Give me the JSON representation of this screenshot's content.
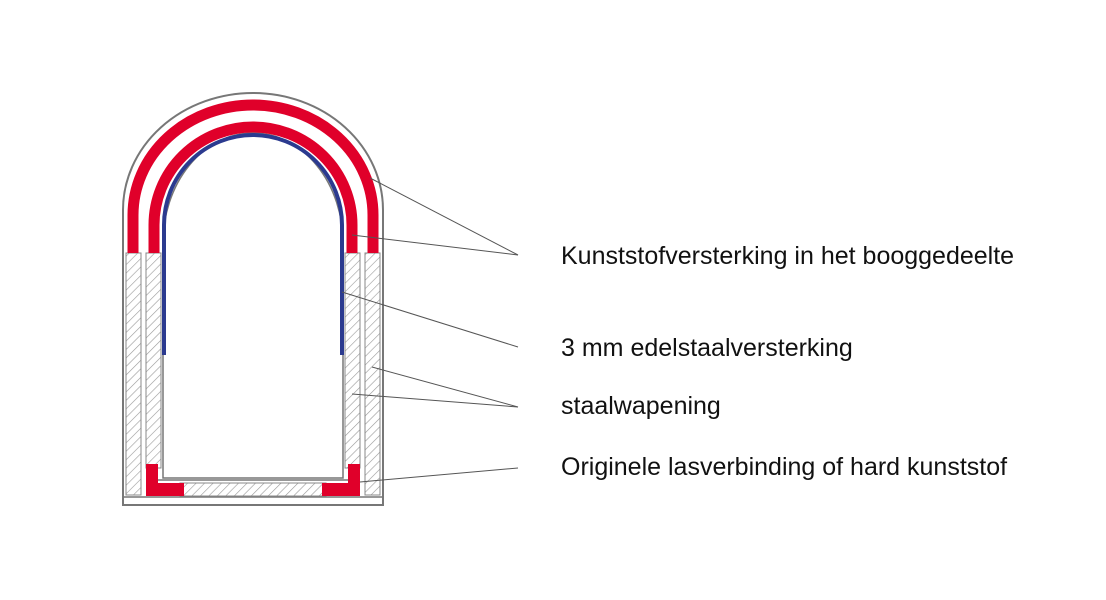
{
  "labels": {
    "plastic_reinforcement": "Kunststofversterking in het booggedeelte",
    "stainless_steel": "3 mm edelstaalversterking",
    "steel_wapening": "staalwapening",
    "weld": "Originele lasverbinding of hard kunststof"
  },
  "colors": {
    "outline": "#777777",
    "red": "#e0002a",
    "blue": "#2b3a8f",
    "hatch": "#9a9a9a",
    "leader": "#555555",
    "text": "#111111"
  }
}
